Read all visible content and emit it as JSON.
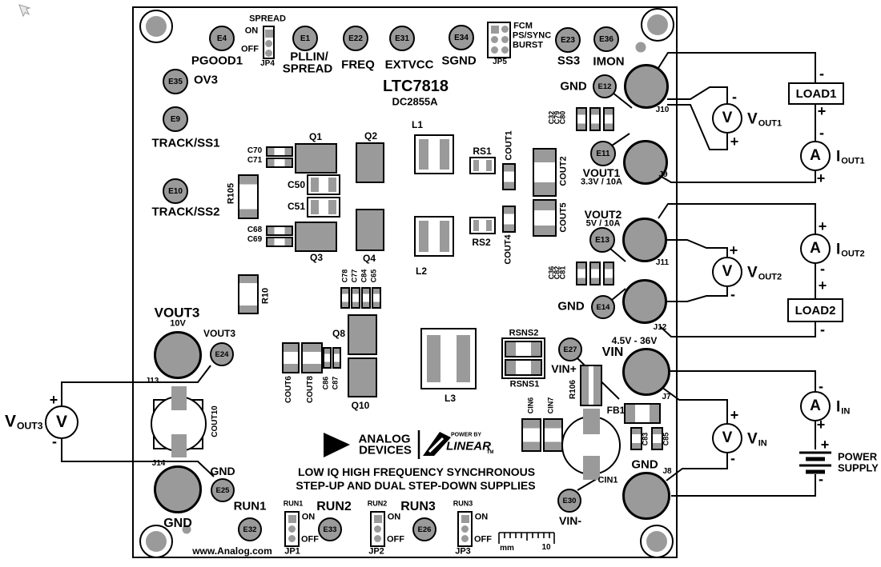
{
  "header": {
    "part": "LTC7818",
    "board": "DC2855A"
  },
  "branding": {
    "analog": "ANALOG",
    "devices": "DEVICES",
    "power_by": "POWER BY",
    "linear": "LINEAR",
    "tm": "TM",
    "url": "www.Analog.com",
    "desc1": "LOW IQ HIGH FREQUENCY SYNCHRONOUS",
    "desc2": "STEP-UP AND DUAL STEP-DOWN SUPPLIES"
  },
  "tp": {
    "e4": "E4",
    "e35": "E35",
    "e1": "E1",
    "e22": "E22",
    "e31": "E31",
    "e34": "E34",
    "e23": "E23",
    "e36": "E36",
    "e9": "E9",
    "e10": "E10",
    "e12": "E12",
    "e11": "E11",
    "e13": "E13",
    "e14": "E14",
    "e27": "E27",
    "e30": "E30",
    "e24": "E24",
    "e25": "E25",
    "e32": "E32",
    "e33": "E33",
    "e26": "E26"
  },
  "sig": {
    "pgood1": "PGOOD1",
    "ov3": "OV3",
    "pllin_l1": "PLLIN/",
    "pllin_l2": "SPREAD",
    "freq": "FREQ",
    "extvcc": "EXTVCC",
    "sgnd": "SGND",
    "ss3": "SS3",
    "imon": "IMON",
    "track_ss1": "TRACK/SS1",
    "track_ss2": "TRACK/SS2",
    "gnd_e12": "GND",
    "vout1": "VOUT1",
    "vout1_rating": "3.3V / 10A",
    "vout2": "VOUT2",
    "vout2_rating": "5V / 10A",
    "gnd_e14": "GND",
    "vin_plus": "VIN+",
    "vin_minus": "VIN-",
    "vin": "VIN",
    "vin_range": "4.5V - 36V",
    "gnd_j8": "GND",
    "vout3": "VOUT3",
    "vout3_v": "10V",
    "vout3_tp": "VOUT3",
    "gnd_e25": "GND",
    "gnd_bl": "GND",
    "run1": "RUN1",
    "run2": "RUN2",
    "run3": "RUN3"
  },
  "jacks": {
    "j10": "J10",
    "j9": "J9",
    "j11": "J11",
    "j12": "J12",
    "j7": "J7",
    "j8": "J8",
    "j13": "J13",
    "j14": "J14"
  },
  "jumpers": {
    "jp4": {
      "label": "JP4",
      "title": "SPREAD",
      "on": "ON",
      "off": "OFF"
    },
    "jp5": {
      "label": "JP5",
      "fcm": "FCM",
      "pssync": "PS/SYNC",
      "burst": "BURST"
    },
    "jp1": {
      "label": "JP1",
      "title": "RUN1",
      "on": "ON",
      "off": "OFF"
    },
    "jp2": {
      "label": "JP2",
      "title": "RUN2",
      "on": "ON",
      "off": "OFF"
    },
    "jp3": {
      "label": "JP3",
      "title": "RUN3",
      "on": "ON",
      "off": "OFF"
    }
  },
  "refs": {
    "c70": "C70",
    "c71": "C71",
    "c68": "C68",
    "c69": "C69",
    "r105": "R105",
    "q1": "Q1",
    "q2": "Q2",
    "q3": "Q3",
    "q4": "Q4",
    "c50": "C50",
    "c51": "C51",
    "l1": "L1",
    "l2": "L2",
    "l3": "L3",
    "rs1": "RS1",
    "rs2": "RS2",
    "cout1": "COUT1",
    "cout2": "COUT2",
    "cout4": "COUT4",
    "cout5": "COUT5",
    "c32": "C32",
    "c79": "C79",
    "c80": "C80",
    "c36": "C36",
    "c82": "C82",
    "c81": "C81",
    "r10": "R10",
    "c78": "C78",
    "c77": "C77",
    "c84": "C84",
    "c65": "C65",
    "q8": "Q8",
    "q10": "Q10",
    "cout6": "COUT6",
    "cout8": "COUT8",
    "c86": "C86",
    "c87": "C87",
    "rsns1": "RSNS1",
    "rsns2": "RSNS2",
    "cin6": "CIN6",
    "cin7": "CIN7",
    "r106": "R106",
    "fb1": "FB1",
    "c83": "C83",
    "c85": "C85",
    "cin1": "CIN1",
    "cout10": "COUT10"
  },
  "ext": {
    "load1": "LOAD1",
    "load2": "LOAD2",
    "meter_v": "V",
    "meter_a": "A",
    "plus": "+",
    "minus": "-",
    "vout1": {
      "sym": "V",
      "sub": "OUT1"
    },
    "iout1": {
      "sym": "I",
      "sub": "OUT1"
    },
    "vout2": {
      "sym": "V",
      "sub": "OUT2"
    },
    "iout2": {
      "sym": "I",
      "sub": "OUT2"
    },
    "vin": {
      "sym": "V",
      "sub": "IN"
    },
    "iin": {
      "sym": "I",
      "sub": "IN"
    },
    "vout3": {
      "sym": "V",
      "sub": "OUT3"
    },
    "psu1": "POWER",
    "psu2": "SUPPLY"
  },
  "ruler": {
    "unit": "mm",
    "max": "10"
  },
  "colors": {
    "component_gray": "#9a9a9a",
    "line_black": "#000000"
  }
}
